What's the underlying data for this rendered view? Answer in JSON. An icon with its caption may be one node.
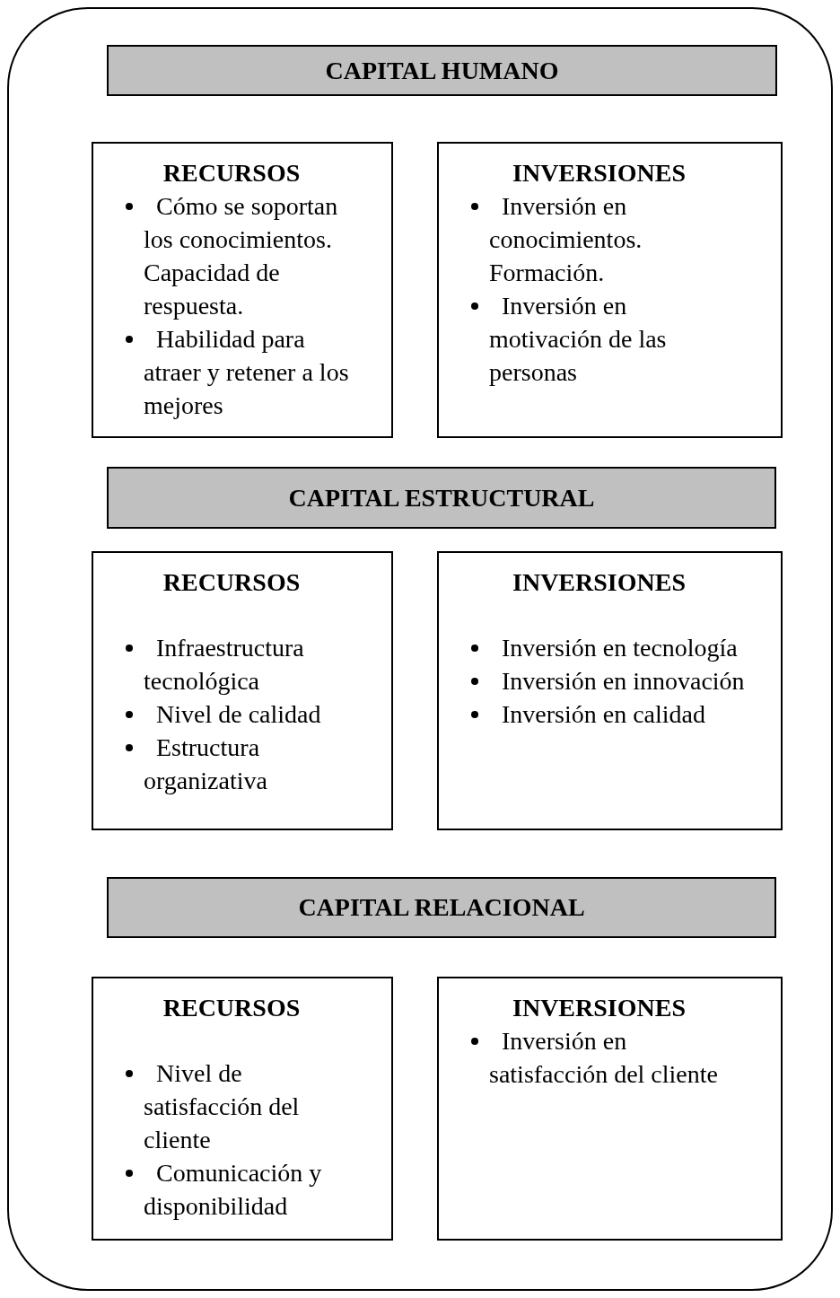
{
  "diagram": {
    "nodes": [
      {
        "text": [],
        "shape": "box"
      },
      {
        "text": [
          "CAPITAL HUMANO"
        ],
        "in": 0
      },
      {
        "text": [
          "RECURSOS",
          "Cómo se soportan los conocimientos. Capacidad de respuesta.",
          "Habilidad para atraer y retener a los mejores"
        ],
        "in": 0
      },
      {
        "text": [
          "INVERSIONES",
          "Inversión en conocimientos. Formación.",
          "Inversión en motivación de las personas"
        ],
        "in": 0
      },
      {
        "text": [
          "CAPITAL ESTRUCTURAL"
        ],
        "in": 0
      },
      {
        "text": [
          "RECURSOS",
          "Infraestructura tecnológica",
          "Nivel de calidad",
          "Estructura organizativa"
        ],
        "in": 0
      },
      {
        "text": [
          "INVERSIONES",
          "Inversión en tecnología",
          "Inversión en innovación",
          "Inversión en calidad"
        ],
        "in": 0
      },
      {
        "text": [
          "CAPITAL RELACIONAL"
        ],
        "in": 0
      },
      {
        "text": [
          "RECURSOS",
          "Nivel de satisfacción del cliente",
          "Comunicación y disponibilidad"
        ],
        "in": 0
      },
      {
        "text": [
          "INVERSIONES",
          "Inversión en satisfacción del cliente"
        ],
        "in": 0
      }
    ]
  }
}
